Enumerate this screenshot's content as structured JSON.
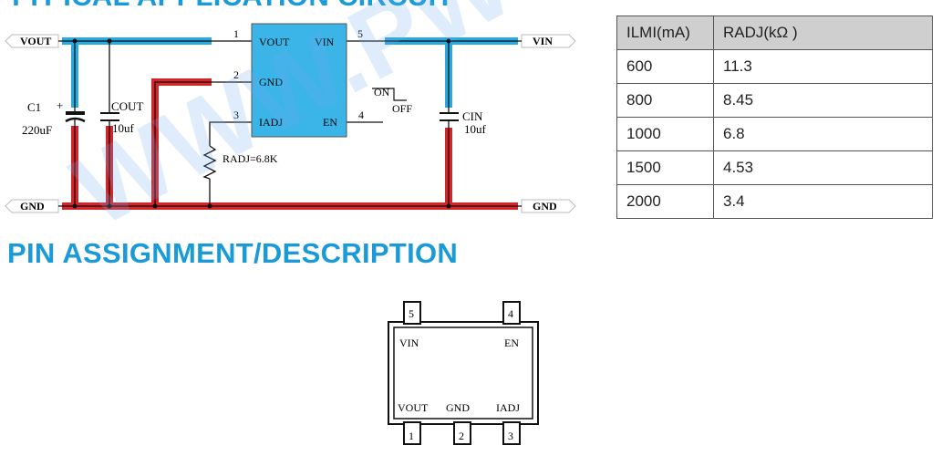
{
  "headings": {
    "typical_app": "TYPICAL APPLICATION CIRCUIT",
    "pin_assignment": "PIN ASSIGNMENT/DESCRIPTION"
  },
  "watermark": "WWW.PWCHIP.COM",
  "colors": {
    "heading": "#1a9bd7",
    "vout_trace": "#2aa8e0",
    "gnd_trace": "#d2262b",
    "ic_fill": "#3bb5e8"
  },
  "circuit": {
    "vout_label": "VOUT",
    "vin_label": "VIN",
    "gnd_left_label": "GND",
    "gnd_right_label": "GND",
    "ic": {
      "pin1": "VOUT",
      "pin2": "GND",
      "pin3": "IADJ",
      "pin5": "VIN",
      "pin4": "EN"
    },
    "pin_numbers": {
      "p1": "1",
      "p2": "2",
      "p3": "3",
      "p4": "4",
      "p5": "5"
    },
    "c1": {
      "name": "C1",
      "plus": "+",
      "value": "220uF"
    },
    "cout": {
      "name": "COUT",
      "value": "10uf"
    },
    "cin": {
      "name": "CIN",
      "value": "10uf"
    },
    "radj": "RADJ=6.8K",
    "switch": {
      "on": "ON",
      "off": "OFF"
    }
  },
  "resistor_table": {
    "headers": [
      "ILMI(mA)",
      "RADJ(kΩ )"
    ],
    "rows": [
      [
        "600",
        "11.3"
      ],
      [
        "800",
        "8.45"
      ],
      [
        "1000",
        "6.8"
      ],
      [
        "1500",
        "4.53"
      ],
      [
        "2000",
        "3.4"
      ]
    ]
  },
  "package": {
    "top_pins": [
      "5",
      "4"
    ],
    "bottom_pins": [
      "1",
      "2",
      "3"
    ],
    "vin": "VIN",
    "en": "EN",
    "vout": "VOUT",
    "gnd": "GND",
    "iadj": "IADJ"
  }
}
